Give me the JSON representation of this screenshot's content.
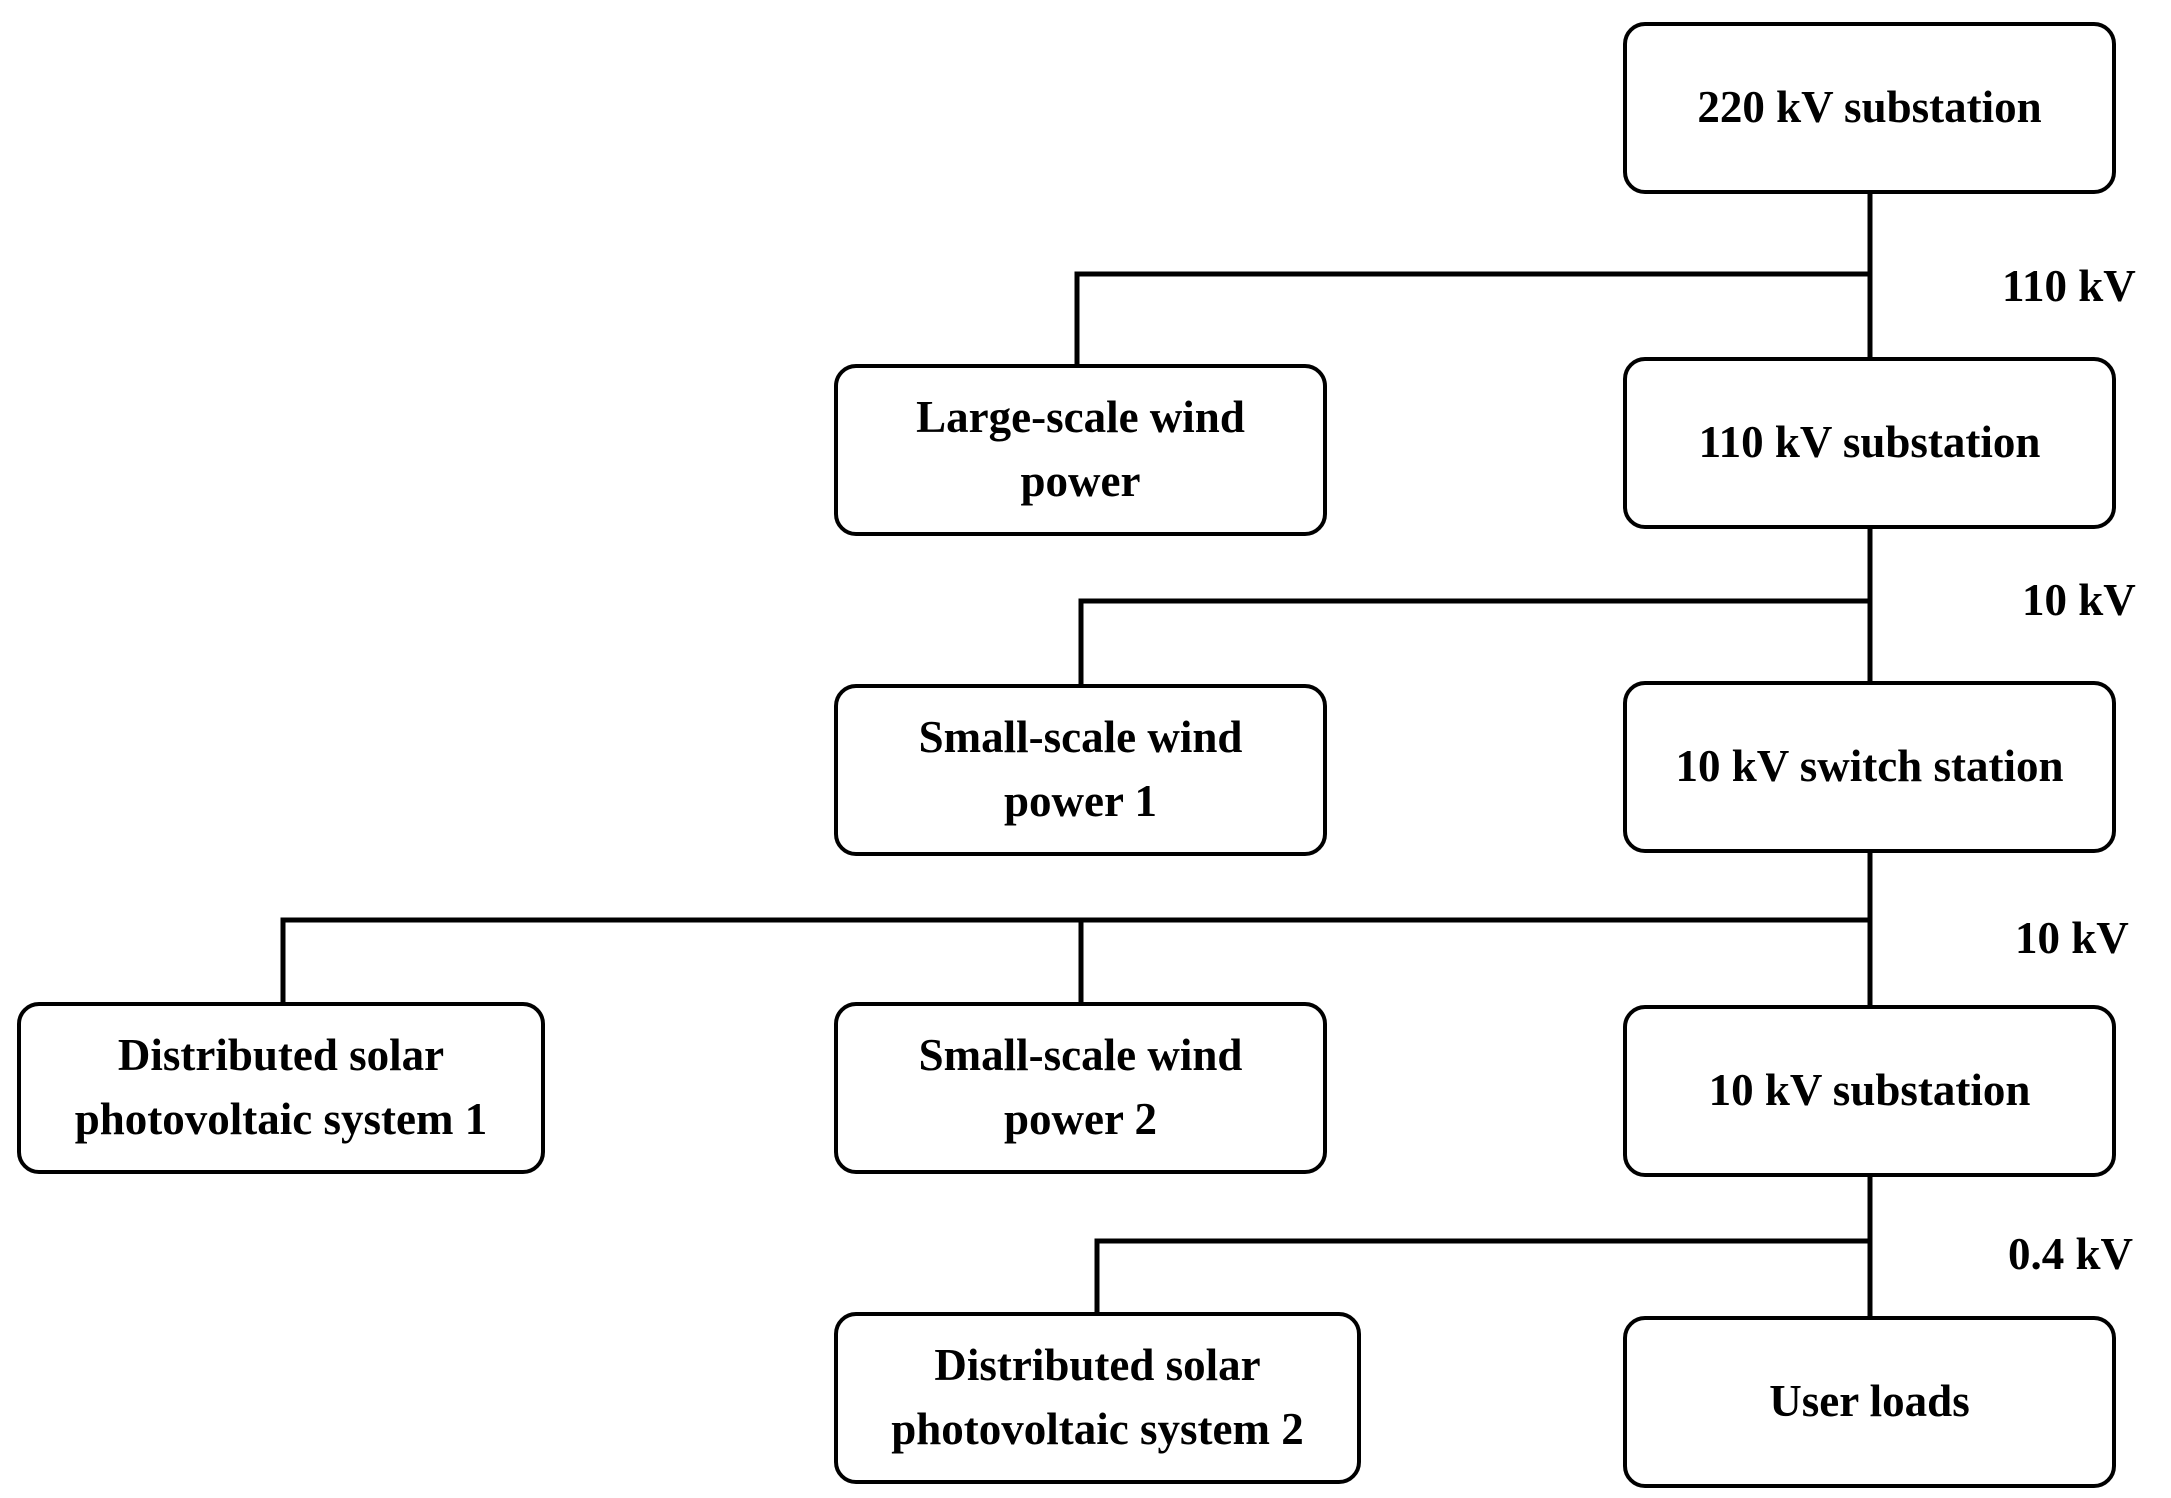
{
  "nodes": {
    "substation_220": "220 kV substation",
    "substation_110": "110 kV substation",
    "large_wind": [
      "Large-scale wind",
      "power"
    ],
    "switch_station_10": "10 kV switch station",
    "small_wind_1": [
      "Small-scale wind",
      "power 1"
    ],
    "substation_10": "10 kV substation",
    "solar_pv_1": [
      "Distributed solar",
      "photovoltaic system 1"
    ],
    "small_wind_2": [
      "Small-scale wind",
      "power 2"
    ],
    "user_loads": "User loads",
    "solar_pv_2": [
      "Distributed solar",
      "photovoltaic system 2"
    ]
  },
  "voltage_levels": {
    "level_110": "110 kV",
    "level_10_upper": "10 kV",
    "level_10_lower": "10 kV",
    "level_04": "0.4 kV"
  },
  "colors": {
    "line": "#000000",
    "box_border": "#000000",
    "background": "#ffffff"
  }
}
